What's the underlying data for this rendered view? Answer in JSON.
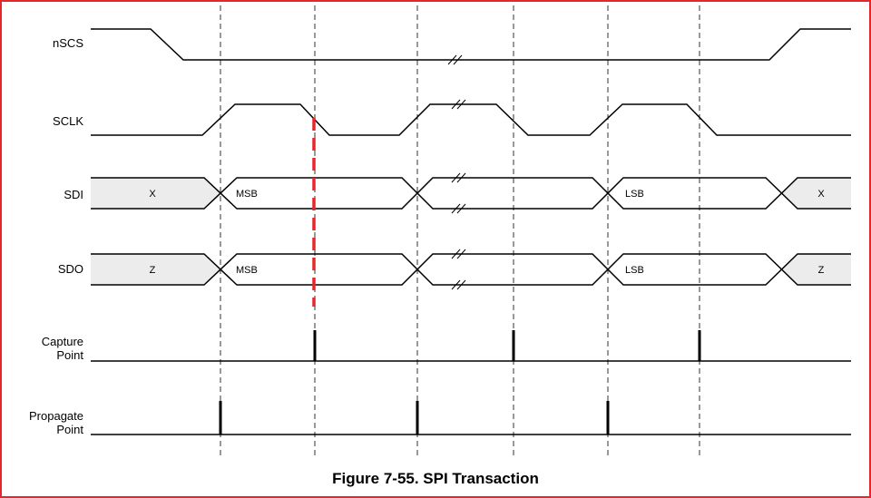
{
  "signals": {
    "nscs": "nSCS",
    "sclk": "SCLK",
    "sdi": "SDI",
    "sdo": "SDO",
    "capture_line1": "Capture",
    "capture_line2": "Point",
    "propagate_line1": "Propagate",
    "propagate_line2": "Point"
  },
  "data_values": {
    "sdi_idle_start": "X",
    "sdi_first": "MSB",
    "sdi_last": "LSB",
    "sdi_idle_end": "X",
    "sdo_idle_start": "Z",
    "sdo_first": "MSB",
    "sdo_last": "LSB",
    "sdo_idle_end": "Z"
  },
  "caption": "Figure 7-55. SPI Transaction",
  "colors": {
    "frame": "#e8252b",
    "highlight_marker": "#e8252b",
    "idle_fill": "#ececec",
    "waveform": "#000000"
  }
}
